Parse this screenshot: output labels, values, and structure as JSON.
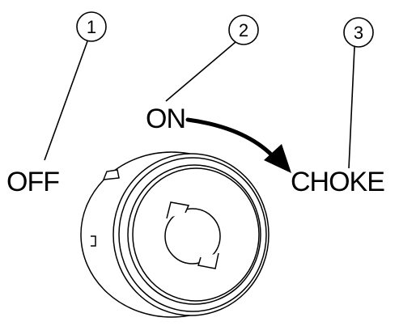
{
  "callouts": [
    {
      "number": "1",
      "label": "OFF"
    },
    {
      "number": "2",
      "label": "ON"
    },
    {
      "number": "3",
      "label": "CHOKE"
    }
  ],
  "colors": {
    "line": "#000000",
    "background": "#ffffff"
  }
}
